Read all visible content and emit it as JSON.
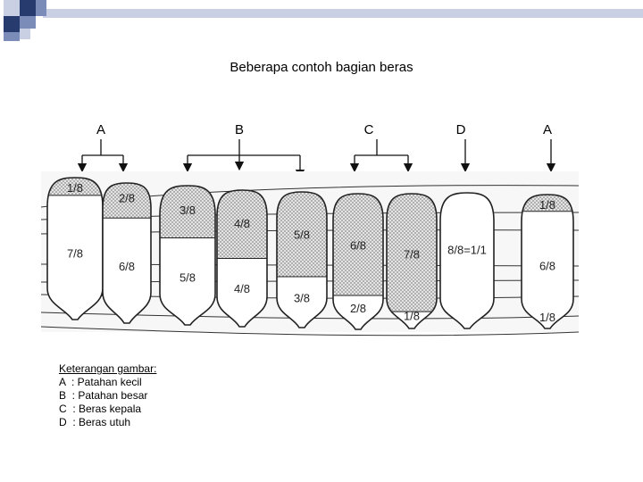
{
  "title": "Beberapa contoh bagian beras",
  "categories": [
    {
      "id": "A",
      "label": "A"
    },
    {
      "id": "B",
      "label": "B"
    },
    {
      "id": "C",
      "label": "C"
    },
    {
      "id": "D",
      "label": "D"
    },
    {
      "id": "A2",
      "label": "A"
    }
  ],
  "grains": [
    {
      "label_top": "1/8",
      "label_bottom": "7/8",
      "fill": 0.125
    },
    {
      "label_top": "2/8",
      "label_bottom": "6/8",
      "fill": 0.25
    },
    {
      "label_top": "3/8",
      "label_bottom": "5/8",
      "fill": 0.375
    },
    {
      "label_top": "4/8",
      "label_bottom": "4/8",
      "fill": 0.5
    },
    {
      "label_top": "5/8",
      "label_bottom": "3/8",
      "fill": 0.625
    },
    {
      "label_top": "6/8",
      "label_bottom": "2/8",
      "fill": 0.75
    },
    {
      "label_top": "7/8",
      "label_bottom": "1/8",
      "fill": 0.875
    },
    {
      "label_top": "8/8=1/1",
      "label_bottom": "",
      "fill": 0
    },
    {
      "label_top": "1/8",
      "label_bottom": "6/8",
      "label_extra": "1/8",
      "fill": 0.125
    }
  ],
  "legend": {
    "title": "Keterangan gambar:",
    "rows": [
      "A  : Patahan kecil",
      "B  : Patahan besar",
      "C  : Beras kepala",
      "D  : Beras utuh"
    ]
  },
  "colors": {
    "deco_dark": "#283B6E",
    "deco_mid": "#7B8CB8",
    "deco_light": "#C9D0E4",
    "stipple": "#9a9a9a",
    "ink": "#222222"
  }
}
